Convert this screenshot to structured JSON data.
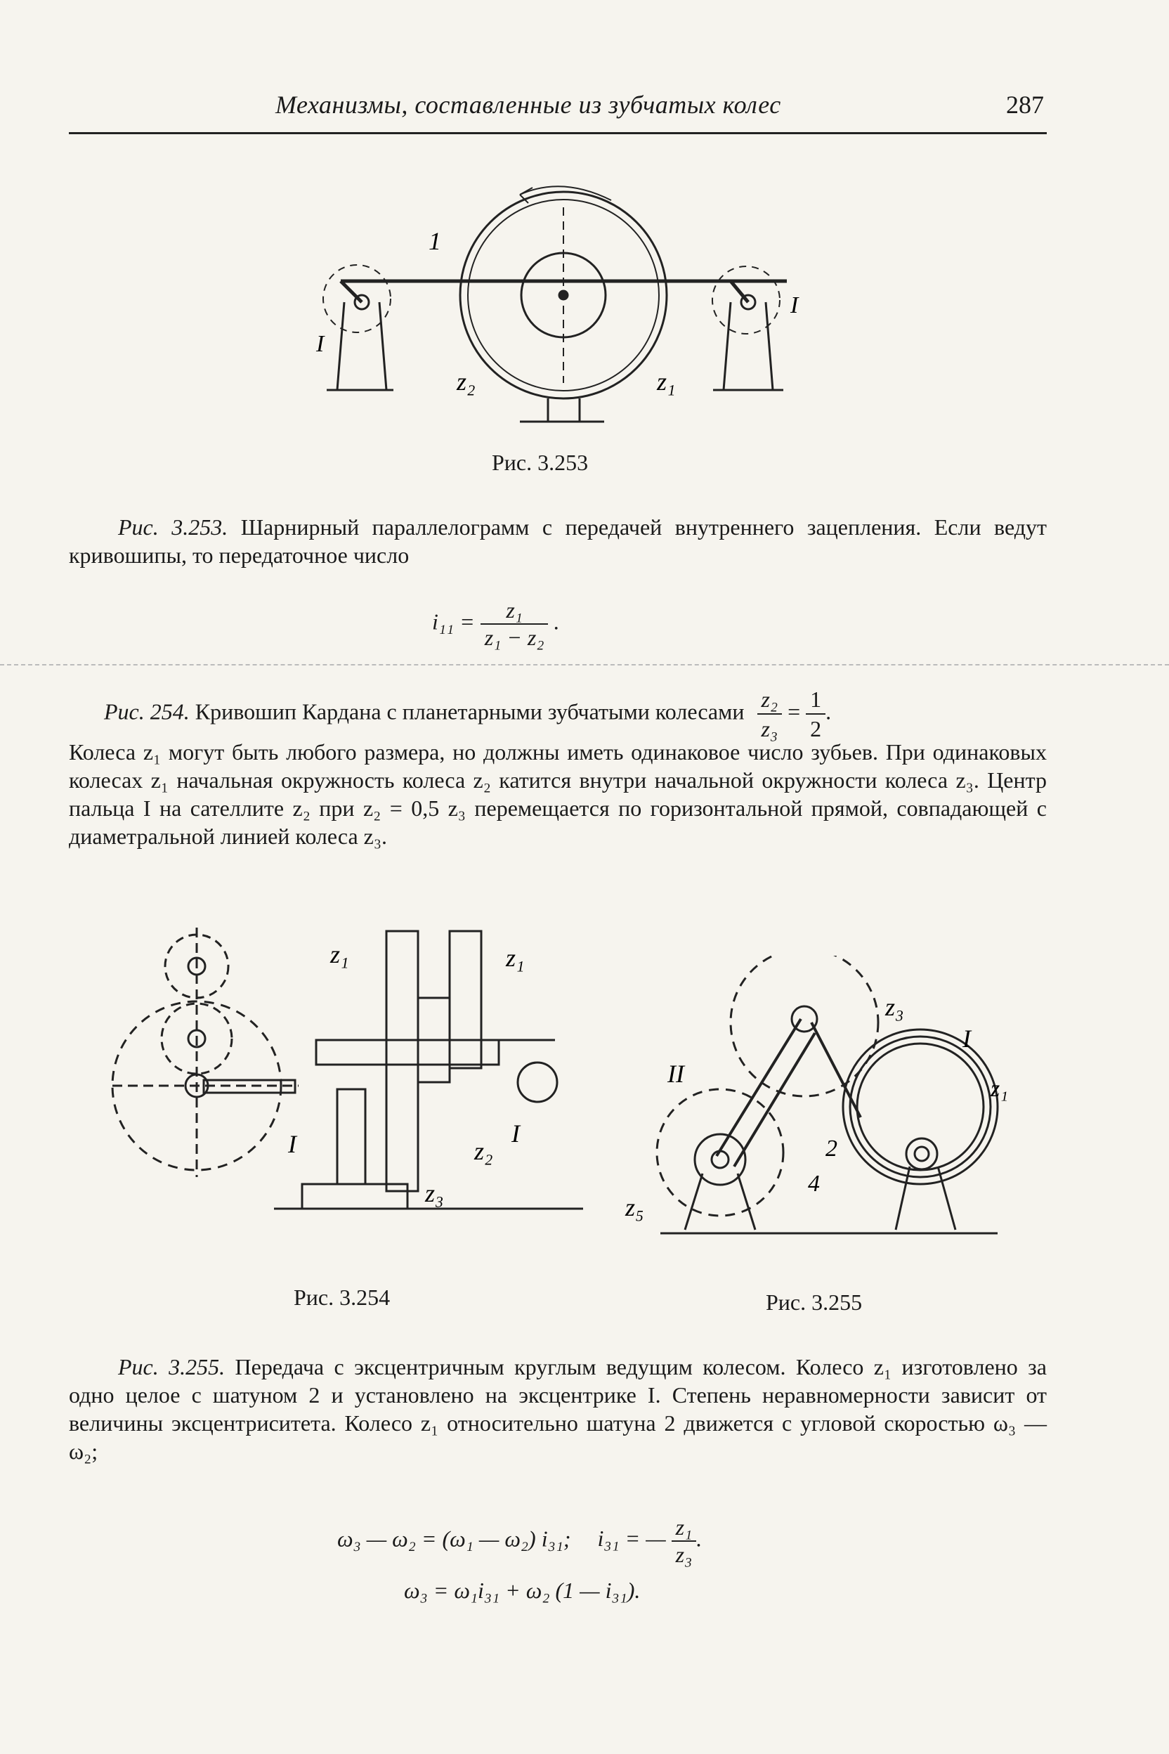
{
  "header": {
    "title": "Механизмы, составленные из зубчатых колес",
    "page": "287"
  },
  "fig253": {
    "labels": {
      "link": "1",
      "z2": "z₂",
      "z1": "z₁",
      "left_crank": "I",
      "right_crank": "I"
    },
    "caption": "Рис. 3.253",
    "desc_label": "Рис. 3.253.",
    "desc_text": "Шарнирный параллелограмм с передачей внутреннего зацепления. Если ведут кривошипы, то передаточное число",
    "formula": {
      "lhs": "i₁₁ =",
      "num": "z₁",
      "den": "z₁ − z₂",
      "tail": "."
    }
  },
  "fig254_desc": {
    "label": "Рис. 254.",
    "lead": "Кривошип Кардана с планетарными зубчатыми колесами",
    "ratio": {
      "num1": "z₂",
      "den1": "z₃",
      "eq": "=",
      "num2": "1",
      "den2": "2",
      "tail": "."
    },
    "body": "Колеса z₁ могут быть любого размера, но должны иметь одинаковое число зубьев. При одинаковых колесах z₁ начальная окружность колеса z₂ катится внутри начальной окружности колеса z₃. Центр пальца I на сателлите z₂ при z₂ = 0,5 z₃ перемещается по горизонтальной прямой, совпадающей с диаметральной линией колеса z₃."
  },
  "fig254": {
    "labels": {
      "z1a": "z₁",
      "z1b": "z₁",
      "I": "I",
      "z2": "z₂",
      "one": "I",
      "z3": "z₃"
    },
    "caption": "Рис. 3.254"
  },
  "fig255": {
    "labels": {
      "z3": "z₃",
      "I": "I",
      "z1": "z₁",
      "II": "II",
      "two": "2",
      "four": "4",
      "z5": "z₅"
    },
    "caption": "Рис. 3.255"
  },
  "fig255_desc": {
    "label": "Рис. 3.255.",
    "text": "Передача с эксцентричным круглым ведущим колесом. Колесо z₁ изготовлено за одно целое с шатуном 2 и установлено на эксцентрике I. Степень неравномерности зависит от величины эксцентриситета. Колесо z₁ относительно шатуна 2 движется с угловой скоростью ω₃ — ω₂;",
    "formula1_a": "ω₃ — ω₂ = (ω₁ — ω₂) i₃₁;",
    "formula1_b_lhs": "i₃₁ = —",
    "formula1_b_num": "z₁",
    "formula1_b_den": "z₃",
    "formula1_tail": ".",
    "formula2": "ω₃ = ω₁i₃₁ + ω₂ (1 — i₃₁)."
  }
}
